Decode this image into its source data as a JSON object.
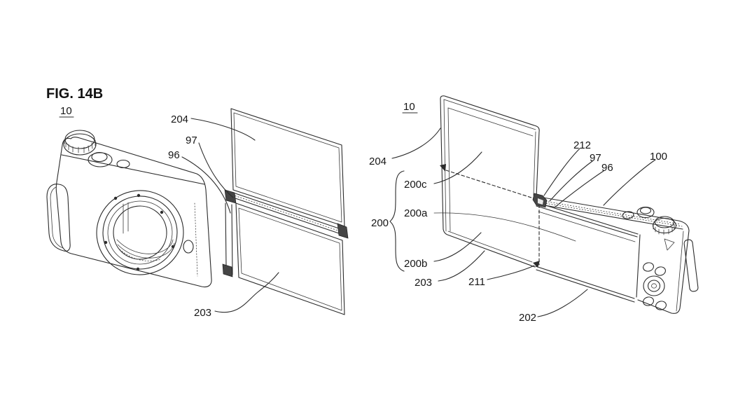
{
  "figure": {
    "title": "FIG. 14B"
  },
  "colors": {
    "background": "#ffffff",
    "line": "#2b2b2b",
    "text": "#161616"
  },
  "left_view": {
    "ref_label": "10",
    "callouts": {
      "upper_display_panel": "204",
      "hinge_pin": "97",
      "hinge": "96",
      "lower_display_panel": "203"
    }
  },
  "right_view": {
    "ref_label": "10",
    "callouts": {
      "upper_display_panel": "204",
      "display_region_top": "200c",
      "display_region_main": "200a",
      "display_assembly": "200",
      "display_region_bottom": "200b",
      "lower_display_panel": "203",
      "fold_line_vertical": "211",
      "fold_line_hinge": "212",
      "hinge_pin": "97",
      "hinge": "96",
      "camera_body": "100",
      "attached_display_panel": "202"
    }
  }
}
